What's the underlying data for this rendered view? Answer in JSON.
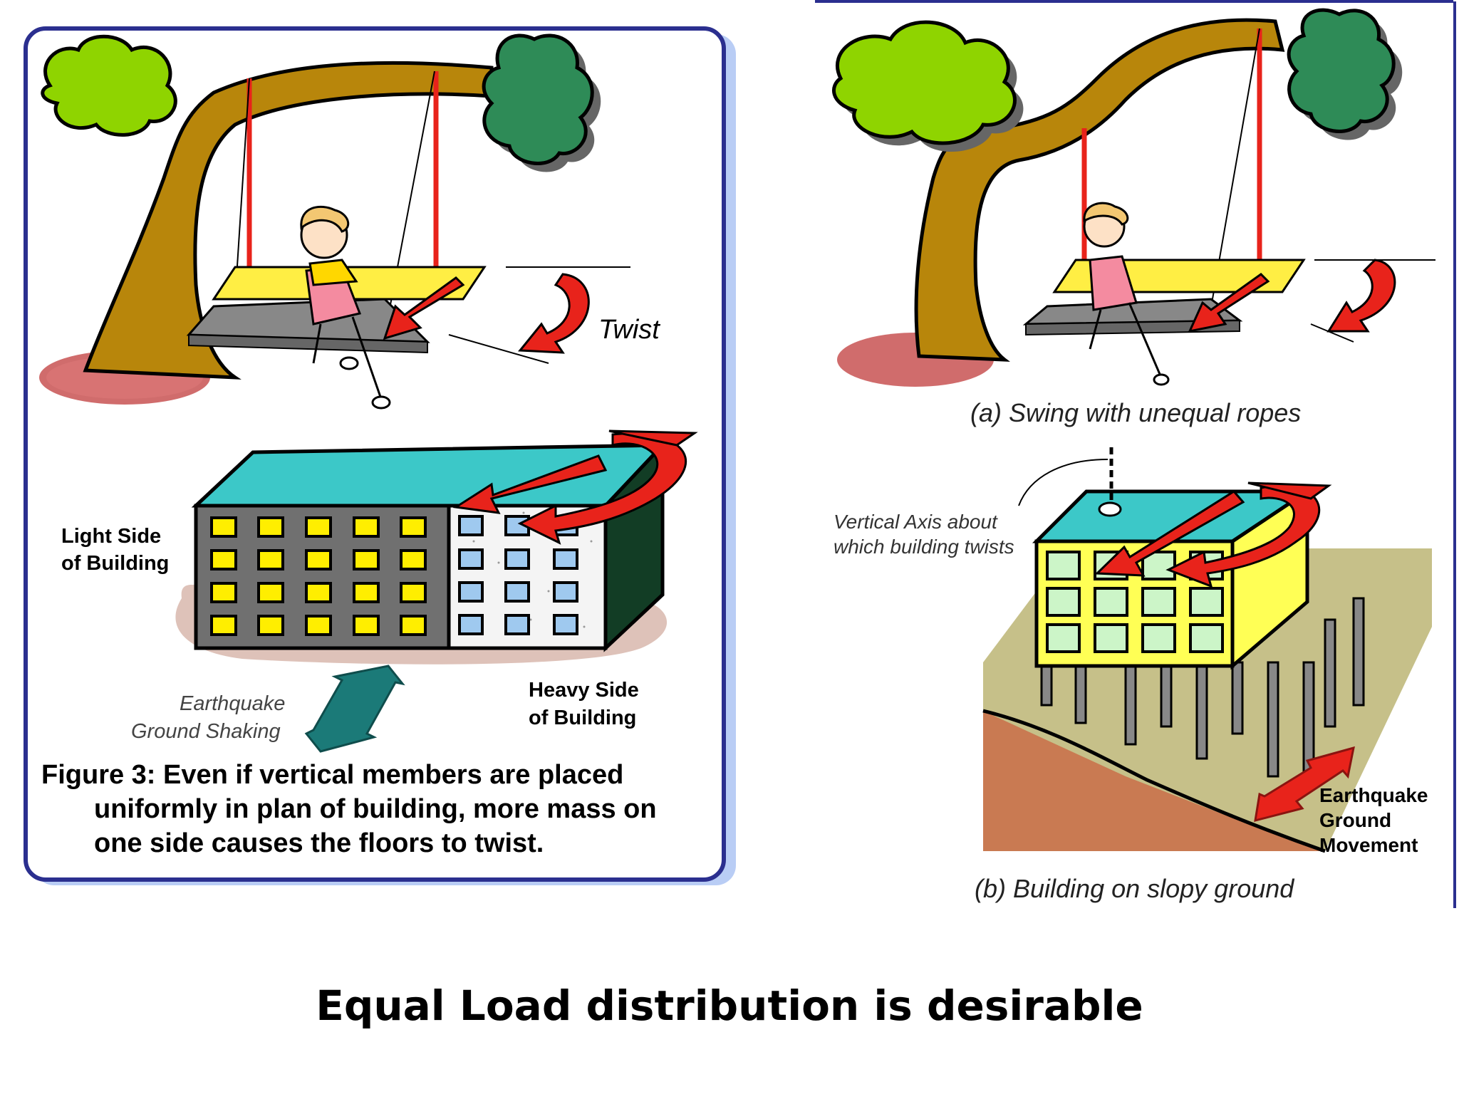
{
  "left_figure": {
    "twist_label": "Twist",
    "light_side_line1": "Light Side",
    "light_side_line2": "of Building",
    "heavy_side_line1": "Heavy Side",
    "heavy_side_line2": "of Building",
    "quake_line1": "Earthquake",
    "quake_line2": "Ground Shaking",
    "caption_line1": "Figure 3: Even if vertical members are placed",
    "caption_line2": "uniformly in plan of building, more mass on",
    "caption_line3": "one side causes the floors to twist."
  },
  "right_figure": {
    "caption_a": "(a) Swing with unequal ropes",
    "axis_line1": "Vertical Axis about",
    "axis_line2": "which building twists",
    "quake_line1": "Earthquake",
    "quake_line2": "Ground",
    "quake_line3": "Movement",
    "caption_b": "(b) Building on slopy ground"
  },
  "slide_title": "Equal Load distribution is desirable",
  "colors": {
    "border": "#2b2f8f",
    "tree_trunk": "#b8860b",
    "foliage_light": "#8fd400",
    "foliage_dark": "#2e8b57",
    "roof": "#3cc8c8",
    "window_yellow": "#ffee00",
    "window_blue": "#9fc9ef",
    "arrow_red": "#e8231b",
    "arrow_teal": "#1b7a78"
  }
}
